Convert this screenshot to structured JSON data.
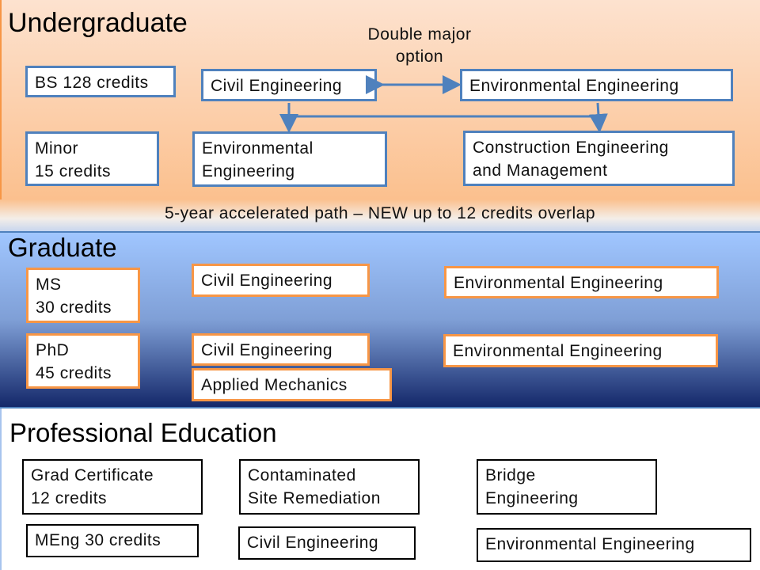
{
  "undergraduate": {
    "title": "Undergraduate",
    "double_major_note": "Double major option",
    "bs": "BS 128 credits",
    "minor_line1": "Minor",
    "minor_line2": "15 credits",
    "civil": "Civil Engineering",
    "environmental": "Environmental Engineering",
    "env_line1": "Environmental",
    "env_line2": "Engineering",
    "cem_line1": "Construction Engineering",
    "cem_line2": "and Management"
  },
  "accelerated_path": "5-year accelerated path – NEW up to 12 credits overlap",
  "graduate": {
    "title": "Graduate",
    "ms_line1": "MS",
    "ms_line2": "30 credits",
    "phd_line1": "PhD",
    "phd_line2": "45 credits",
    "ms_civil": "Civil Engineering",
    "ms_env": "Environmental Engineering",
    "phd_civil": "Civil Engineering",
    "phd_mech": "Applied Mechanics",
    "phd_env": "Environmental Engineering"
  },
  "professional": {
    "title": "Professional Education",
    "cert_line1": "Grad Certificate",
    "cert_line2": "12 credits",
    "meng": "MEng 30 credits",
    "csr_line1": "Contaminated",
    "csr_line2": "Site Remediation",
    "civil": "Civil Engineering",
    "bridge_line1": "Bridge",
    "bridge_line2": "Engineering",
    "env": "Environmental Engineering"
  },
  "colors": {
    "undergrad_border": "#4f81bd",
    "graduate_border": "#f79646",
    "professional_border": "#000000"
  }
}
